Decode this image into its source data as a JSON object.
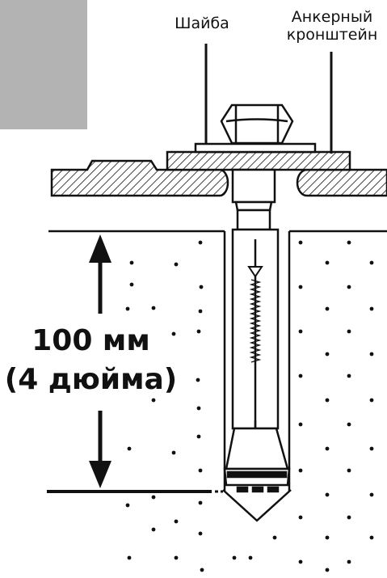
{
  "labels": {
    "washer": "Шайба",
    "bracket_line1": "Анкерный",
    "bracket_line2": "кронштейн"
  },
  "depth": {
    "metric": "100 мм",
    "imperial": "(4 дюйма)"
  },
  "colors": {
    "ink": "#111111",
    "swatch": "#b3b3b3",
    "fill": "#ffffff"
  }
}
